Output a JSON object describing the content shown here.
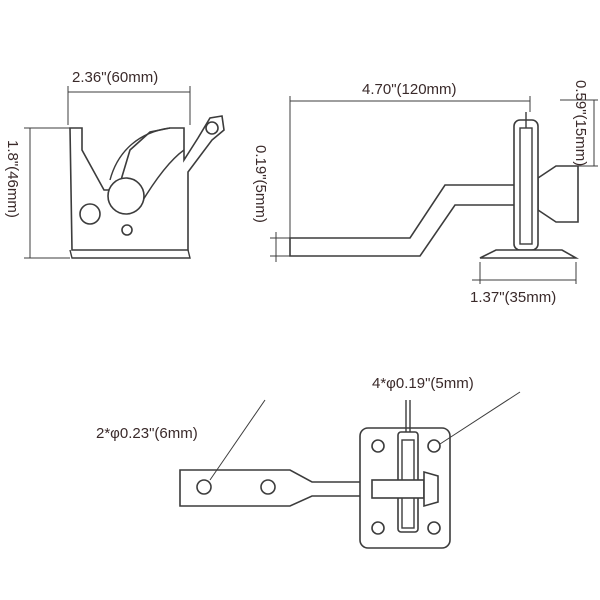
{
  "labels": {
    "dim_width_60": "2.36\"(60mm)",
    "dim_height_46": "1.8\"(46mm)",
    "dim_length_120": "4.70\"(120mm)",
    "dim_thickness_5": "0.19\"(5mm)",
    "dim_height_15": "0.59\"(15mm)",
    "dim_base_35": "1.37\"(35mm)",
    "hole_large": "2*φ0.23\"(6mm)",
    "hole_small": "4*φ0.19\"(5mm)"
  }
}
